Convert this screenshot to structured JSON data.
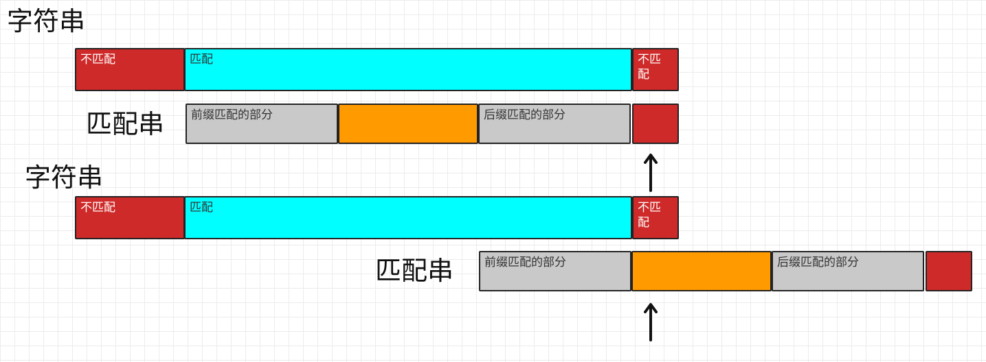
{
  "diagram": {
    "before": {
      "text_title": "字符串",
      "pattern_title": "匹配串",
      "text_segments": [
        "不匹配",
        "匹配",
        "不匹配"
      ],
      "pattern_segments": [
        "前缀匹配的部分",
        "",
        "后缀匹配的部分",
        ""
      ]
    },
    "after": {
      "text_title": "字符串",
      "pattern_title": "匹配串",
      "text_segments": [
        "不匹配",
        "匹配",
        "不匹配"
      ],
      "pattern_segments": [
        "前缀匹配的部分",
        "",
        "后缀匹配的部分",
        ""
      ]
    },
    "colors": {
      "mismatch": "#cf2a2a",
      "match": "#00ffff",
      "affix": "#c9c9c9",
      "middle": "#ff9a00"
    },
    "arrow_icon": "up-arrow-icon"
  }
}
